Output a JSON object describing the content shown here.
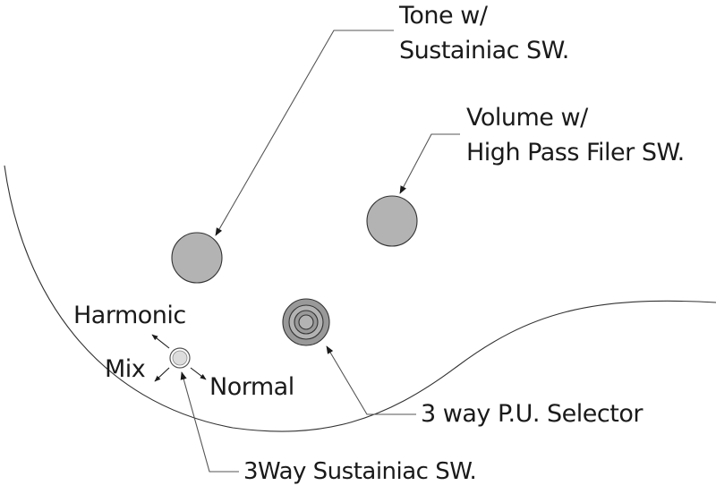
{
  "labels": {
    "tone_line1": "Tone w/",
    "tone_line2": "Sustainiac SW.",
    "volume_line1": "Volume w/",
    "volume_line2": "High Pass Filer SW.",
    "selector": "3 way P.U. Selector",
    "sustainiac_switch": "3Way Sustainiac SW.",
    "harmonic": "Harmonic",
    "mix": "Mix",
    "normal": "Normal"
  },
  "colors": {
    "knob_fill": "#b3b3b3",
    "outline": "#333333",
    "leader": "#555555",
    "text": "#1a1a1a"
  }
}
